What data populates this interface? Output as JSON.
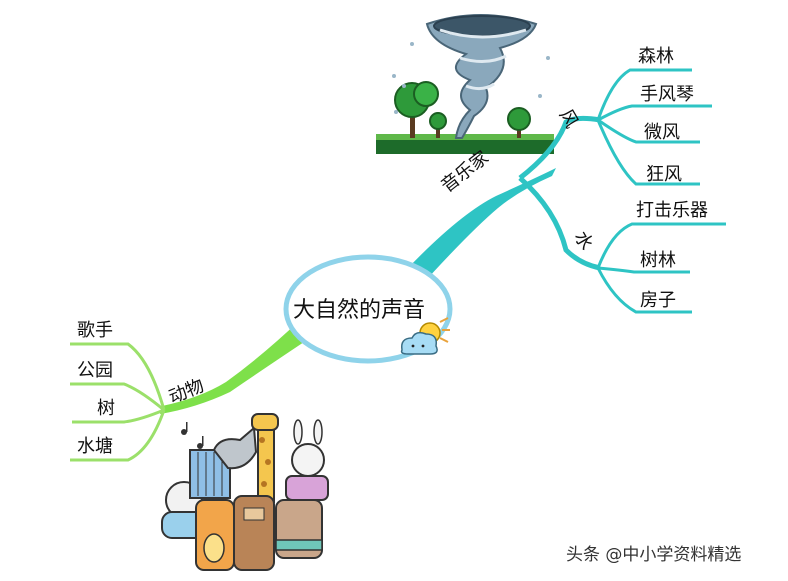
{
  "center": {
    "label": "大自然的声音"
  },
  "branches": {
    "musician": {
      "label": "音乐家",
      "wind": {
        "label": "风",
        "items": [
          "森林",
          "手风琴",
          "微风",
          "狂风"
        ]
      },
      "water": {
        "label": "水",
        "items": [
          "打击乐器",
          "树林",
          "房子"
        ]
      }
    },
    "animals": {
      "label": "动物",
      "items": [
        "歌手",
        "公园",
        "树",
        "水塘"
      ]
    }
  },
  "watermark": "头条 @中小学资料精选",
  "colors": {
    "teal": "#2ec4c4",
    "green": "#7ee04a",
    "center_border": "#8fd3ea",
    "tree_green": "#2e9a3a",
    "tornado": "#6f8ea4"
  }
}
